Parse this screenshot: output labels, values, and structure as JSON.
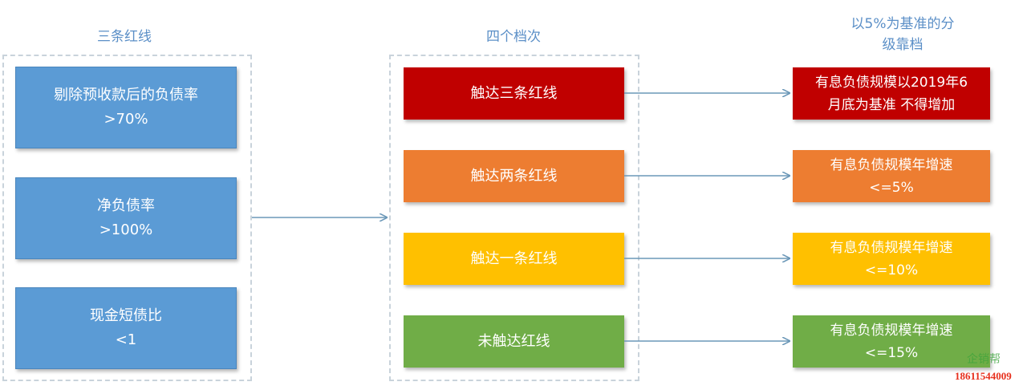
{
  "columns": {
    "metrics_title": "三条红线",
    "tiers_title": "四个档次",
    "rules_title": "以5%为基准的分\n级靠档"
  },
  "metrics": [
    {
      "name": "剔除预收款后的负债率",
      "threshold": ">70%"
    },
    {
      "name": "净负债率",
      "threshold": ">100%"
    },
    {
      "name": "现金短债比",
      "threshold": "<1"
    }
  ],
  "tiers": [
    {
      "label": "触达三条红线",
      "color": "#c00000"
    },
    {
      "label": "触达两条红线",
      "color": "#ed7d31"
    },
    {
      "label": "触达一条红线",
      "color": "#ffc000"
    },
    {
      "label": "未触达红线",
      "color": "#70ad47"
    }
  ],
  "rules": [
    {
      "line1": "有息负债规模以2019年6",
      "line2": "月底为基准 不得增加"
    },
    {
      "line1": "有息负债规模年增速",
      "line2": "<=5%"
    },
    {
      "line1": "有息负债规模年增速",
      "line2": "<=10%"
    },
    {
      "line1": "有息负债规模年增速",
      "line2": "<=15%"
    }
  ],
  "watermark": {
    "logo_text": "企销帮",
    "phone": "18611544009"
  },
  "colors": {
    "title_blue": "#5b8fc7",
    "metric_blue": "#5b9bd5",
    "connector": "#6c98b8",
    "dashed_border": "#c9d3db"
  }
}
